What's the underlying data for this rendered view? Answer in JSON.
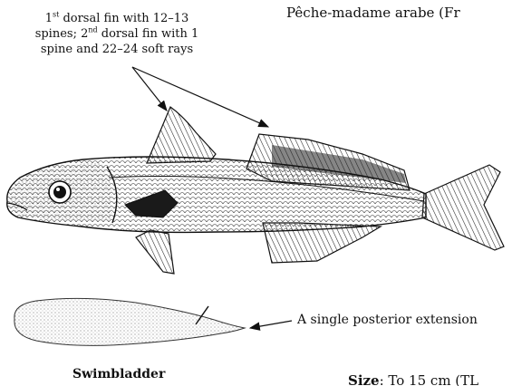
{
  "header": {
    "common_name_fr": "Pêche-madame arabe (Fr"
  },
  "labels": {
    "dorsal_fins": {
      "line1_a": "1",
      "line1_sup": "st",
      "line1_b": " dorsal fin with 12–13",
      "line2_a": "spines; 2",
      "line2_sup": "nd",
      "line2_b": " dorsal fin with 1",
      "line3": "spine and 22–24 soft rays"
    },
    "posterior_extension": "A single posterior extension",
    "swimbladder": "Swimbladder",
    "size_label": "Size",
    "size_value": "To 15 cm (TL"
  }
}
